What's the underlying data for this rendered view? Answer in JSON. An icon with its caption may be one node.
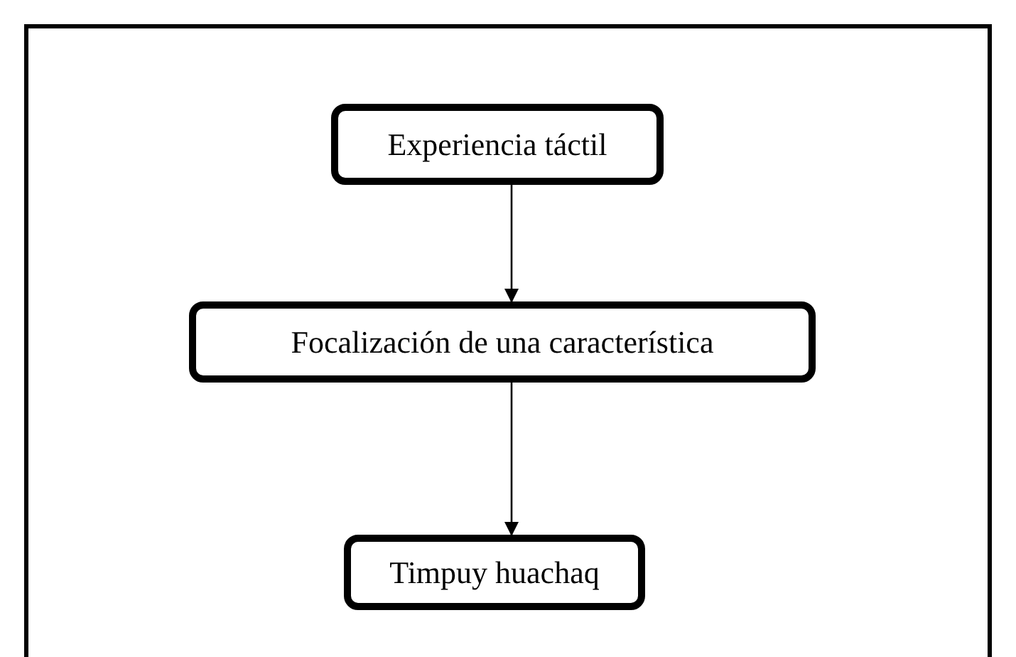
{
  "diagram": {
    "nodes": [
      {
        "text": [
          "Experiencia táctil"
        ]
      },
      {
        "text": [
          "Focalización de una característica"
        ]
      },
      {
        "text": [
          "Timpuy huachaq"
        ]
      }
    ],
    "edges": [
      {
        "from": 0,
        "to": 1,
        "arrow": "to"
      },
      {
        "from": 1,
        "to": 2,
        "arrow": "to"
      }
    ]
  }
}
